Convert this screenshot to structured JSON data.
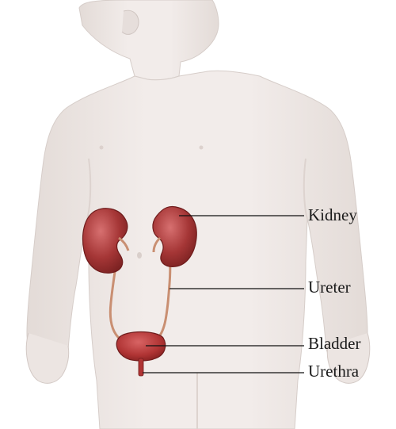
{
  "labels": {
    "kidney": "Kidney",
    "ureter": "Ureter",
    "bladder": "Bladder",
    "urethra": "Urethra"
  },
  "colors": {
    "skin": "#efe9e6",
    "skin_shadow": "#ddd3cf",
    "organ": "#a53636",
    "organ_highlight": "#d46a6a",
    "tube": "#c98f72",
    "leader_line": "#111111"
  }
}
